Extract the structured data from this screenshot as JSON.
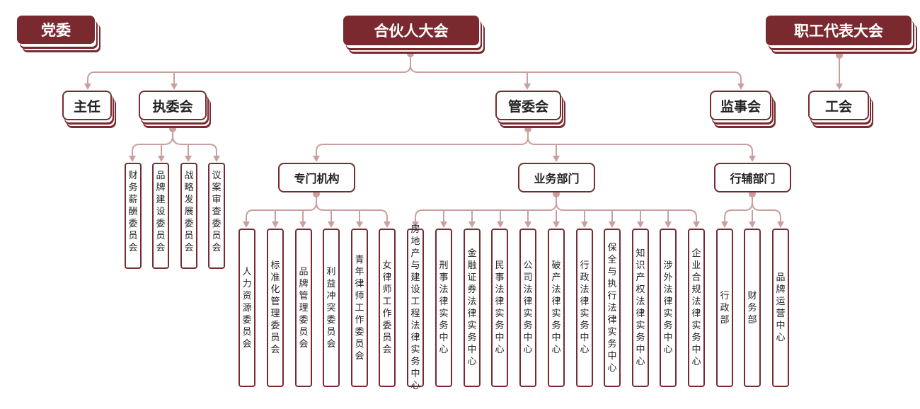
{
  "top": {
    "party": "党委",
    "partners": "合伙人大会",
    "workers": "职工代表大会"
  },
  "level1": {
    "director": "主任",
    "executive": "执委会",
    "management": "管委会",
    "supervisory": "监事会",
    "union": "工会"
  },
  "executive_committees": [
    "财务薪酬委员会",
    "品牌建设委员会",
    "战略发展委员会",
    "议案审查委员会"
  ],
  "level2": {
    "special": "专门机构",
    "business": "业务部门",
    "admin": "行辅部门"
  },
  "special_units": [
    "人力资源委员会",
    "标准化管理委员会",
    "品牌管理委员会",
    "利益冲突委员会",
    "青年律师工作委员会",
    "女律师工作委员会"
  ],
  "business_units": [
    "房地产与建设工程法律实务中心",
    "刑事法律实务中心",
    "金融证券法律实务中心",
    "民事法律实务中心",
    "公司法律实务中心",
    "破产法律实务中心",
    "行政法律实务中心",
    "保全与执行法律实务中心",
    "知识产权法律实务中心",
    "涉外法律实务中心",
    "企业合规法律实务中心"
  ],
  "admin_units": [
    "行政部",
    "财务部",
    "品牌运营中心"
  ],
  "colors": {
    "primary": "#7a2a2e",
    "connector": "#c9a09f"
  }
}
